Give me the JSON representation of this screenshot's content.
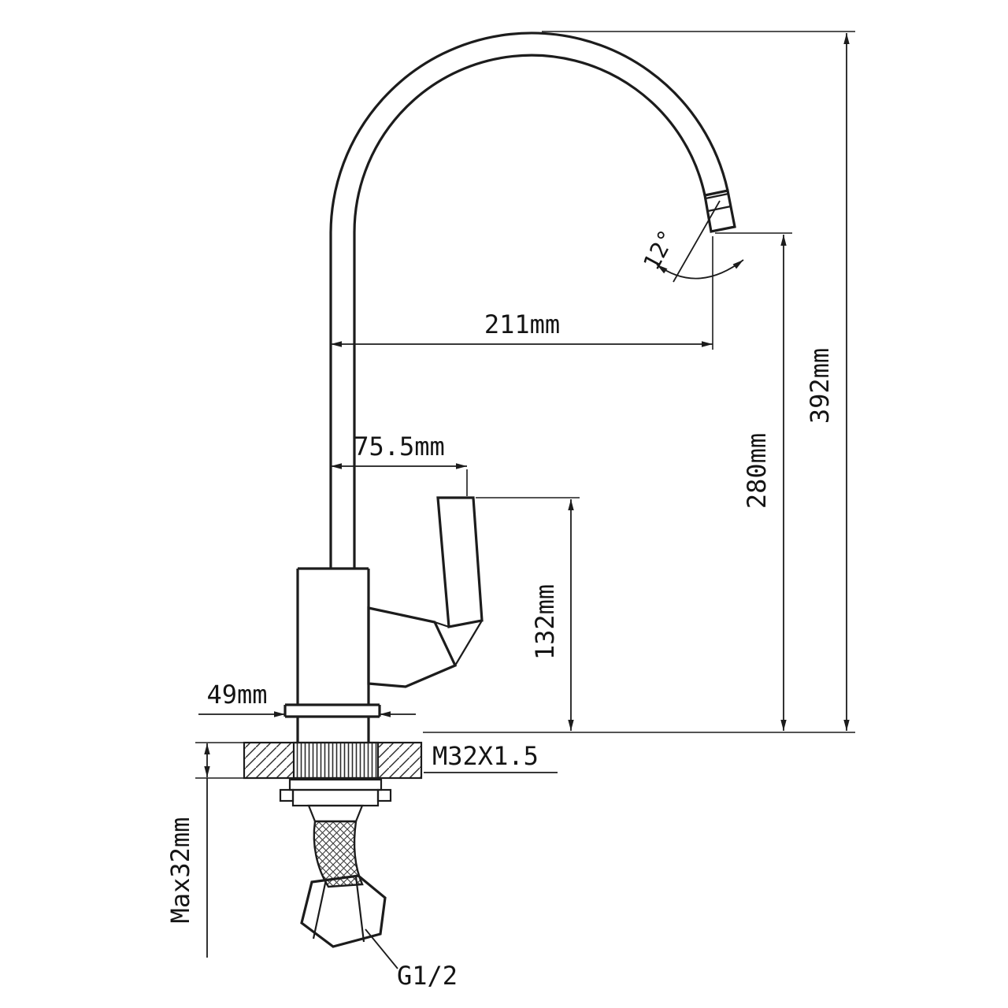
{
  "page": {
    "background": "#ffffff",
    "line_color": "#1c1c1c"
  },
  "diagram": {
    "type": "technical-drawing",
    "subject": "Kitchen mixer tap (gooseneck faucet) dimensional drawing, side elevation with mounting hardware",
    "labels": {
      "spout_reach": "211mm",
      "riser_to_handle": "75.5mm",
      "total_height": "392mm",
      "spout_outlet_height": "280mm",
      "handle_height": "132mm",
      "base_width": "49mm",
      "spout_angle": "12°",
      "mounting_thread": "M32X1.5",
      "max_deck_thickness": "Max32mm",
      "inlet_connection": "G1/2"
    }
  }
}
